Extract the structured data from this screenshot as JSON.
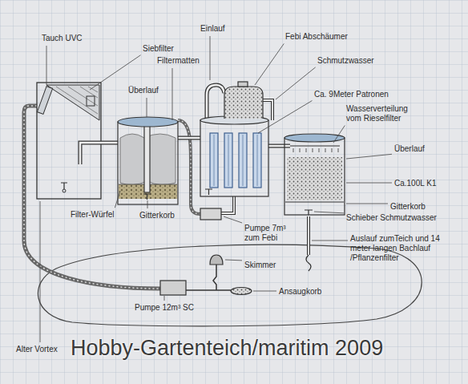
{
  "diagram": {
    "labels": [
      "Tauch UVC",
      "Einlauf",
      "Febi Abschäumer",
      "Siebfilter",
      "Filtermatten",
      "Schmutzwasser",
      "Überlauf",
      "Ca. 9Meter Patronen",
      "Wasserverteilung vom Rieselfilter",
      "Überlauf",
      "Ca.100L K1",
      "Gitterkorb",
      "Filter-Würfel",
      "Gitterkorb",
      "Schieber Schmutzwasser",
      "Pumpe 7m³ zum Febi",
      "Auslauf zumTeich und 14 meter langen Bachlauf /Pflanzenfilter",
      "Skimmer",
      "Ansaugkorb",
      "Pumpe 12m³ SC",
      "Alter Vortex",
      "Hobby-Gartenteich/maritim 2009"
    ]
  }
}
